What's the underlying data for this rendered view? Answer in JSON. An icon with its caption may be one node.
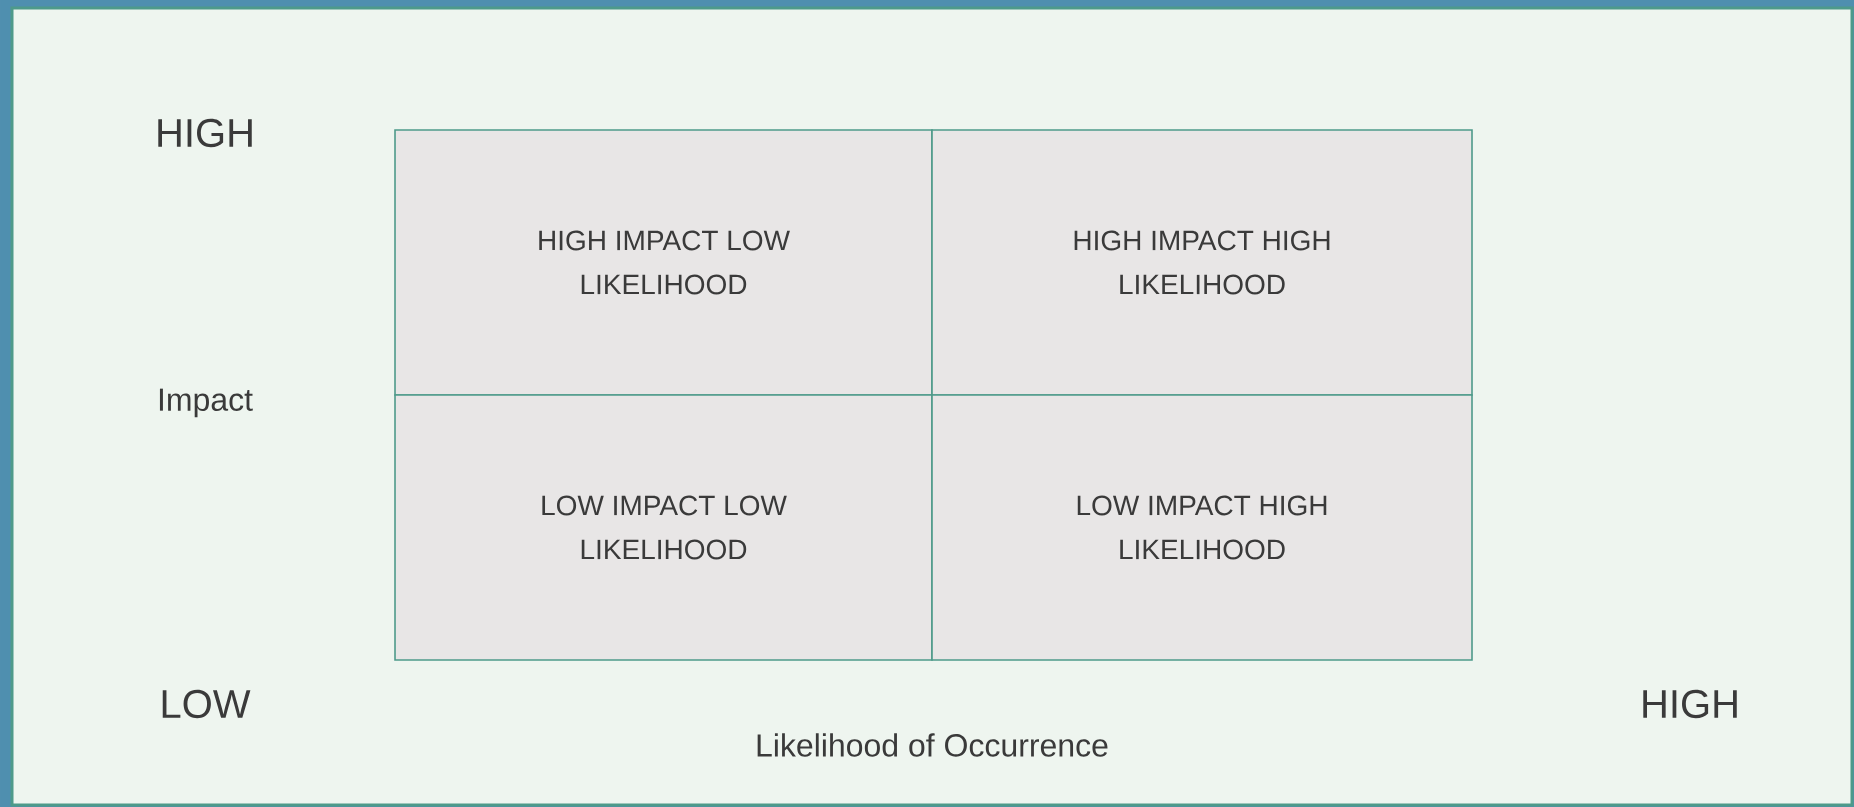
{
  "diagram": {
    "nodes": [
      {
        "text": [
          "HIGH IMPACT LOW LIKELIHOOD"
        ]
      },
      {
        "text": [
          "HIGH IMPACT HIGH LIKELIHOOD"
        ]
      },
      {
        "text": [
          "LOW IMPACT LOW LIKELIHOOD"
        ]
      },
      {
        "text": [
          "LOW IMPACT HIGH LIKELIHOOD"
        ]
      }
    ],
    "labels": [
      "HIGH",
      "Impact",
      "LOW",
      "Likelihood of Occurrence",
      "HIGH"
    ]
  }
}
